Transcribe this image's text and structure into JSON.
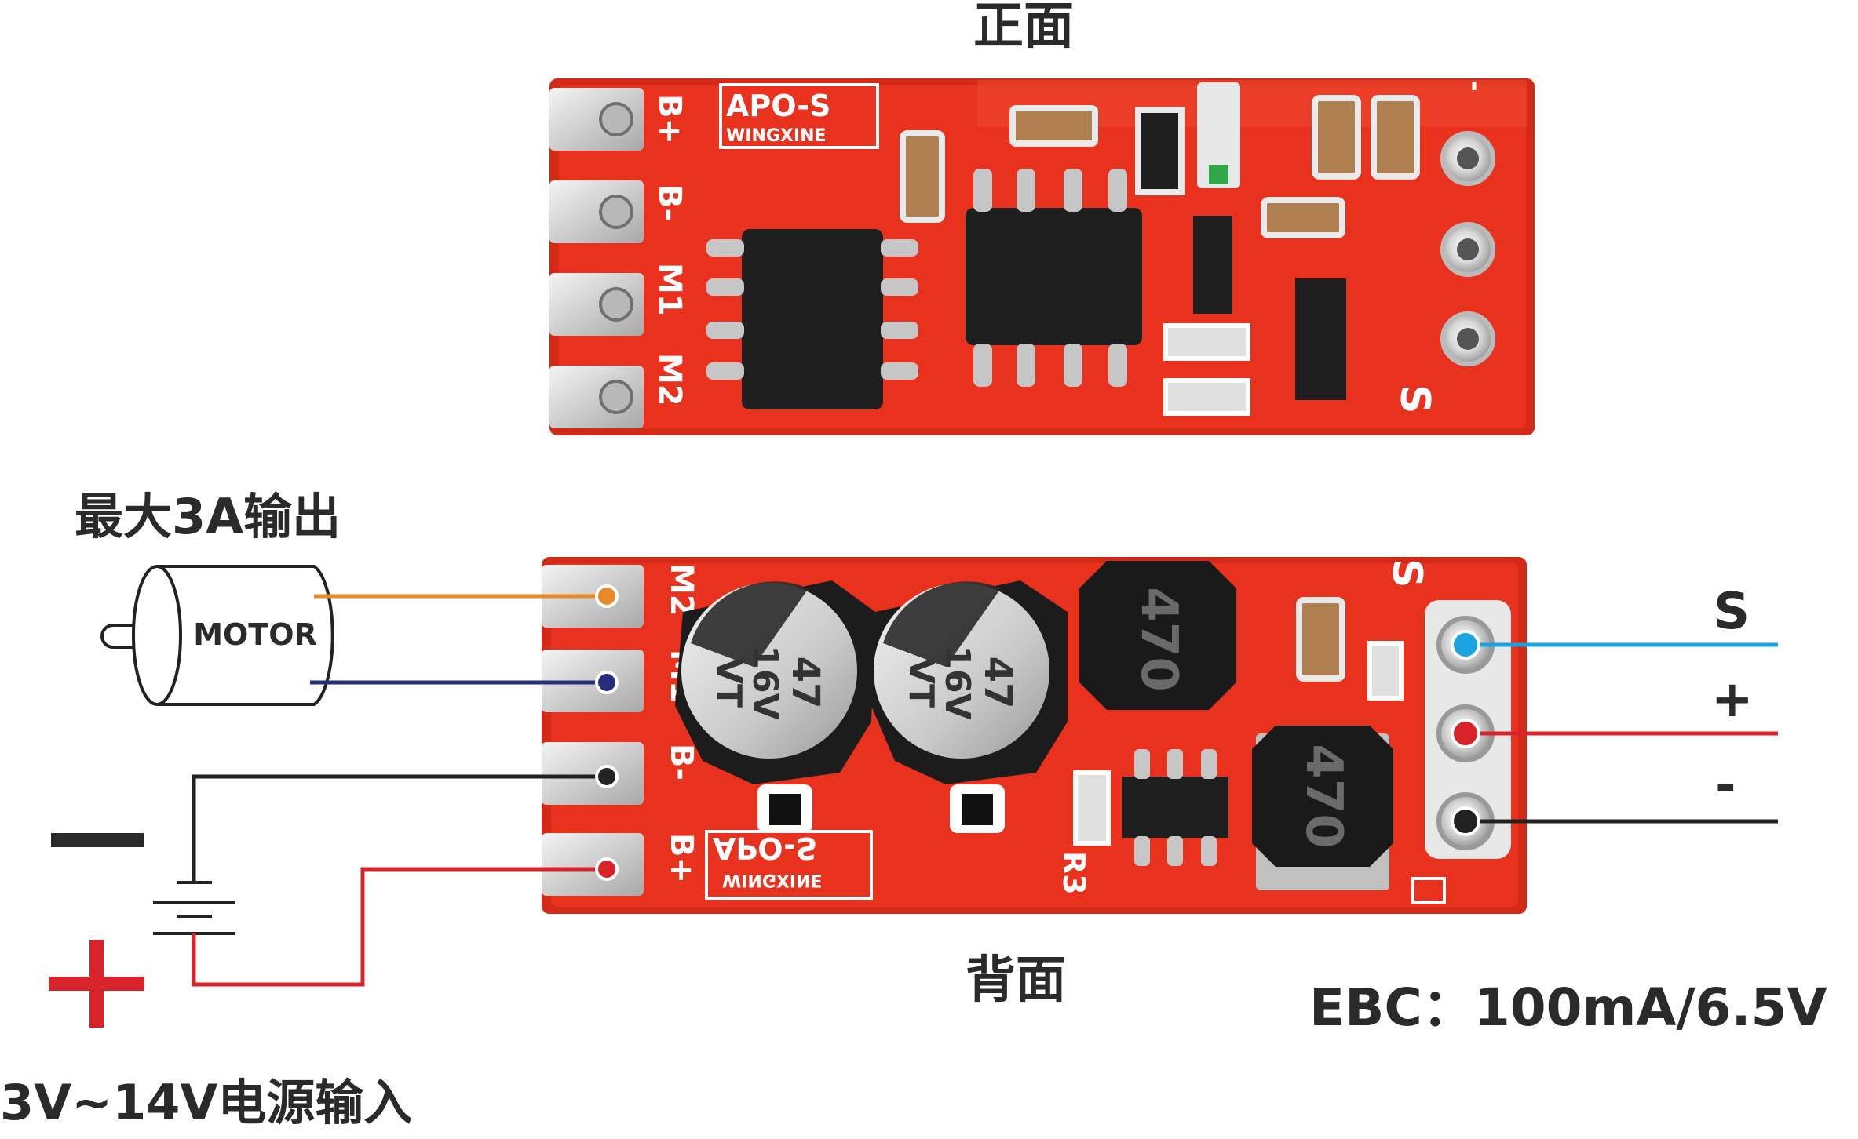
{
  "labels": {
    "front": "正面",
    "back": "背面",
    "max_output": "最大3A输出",
    "power_input": "3V~14V电源输入",
    "ebc": "EBC：100mA/6.5V",
    "motor": "MOTOR",
    "sig_s": "S",
    "sig_plus": "+",
    "sig_minus": "-"
  },
  "front_board": {
    "pads": [
      "B+",
      "B-",
      "M1",
      "M2"
    ],
    "logo": "APO-S",
    "maker": "WINGXINE",
    "pin_s": "S",
    "pin_minus": "-"
  },
  "back_board": {
    "pads": [
      "M2",
      "M1",
      "B-",
      "B+"
    ],
    "logo": "APO-S",
    "maker": "WINGXINE",
    "cap_value": "47",
    "cap_voltage": "16V",
    "cap_series": "VT",
    "inductor": "470",
    "ref_r3": "R3",
    "ref_s": "S"
  },
  "colors": {
    "pcb": "#e8321e",
    "pcb_dark": "#c8250f",
    "silk": "#ffffff",
    "wire_orange": "#e8892a",
    "wire_navy": "#262e7a",
    "wire_black": "#222222",
    "wire_red": "#d8232a",
    "wire_blue": "#1aa3e0",
    "text": "#2a2a2a"
  }
}
